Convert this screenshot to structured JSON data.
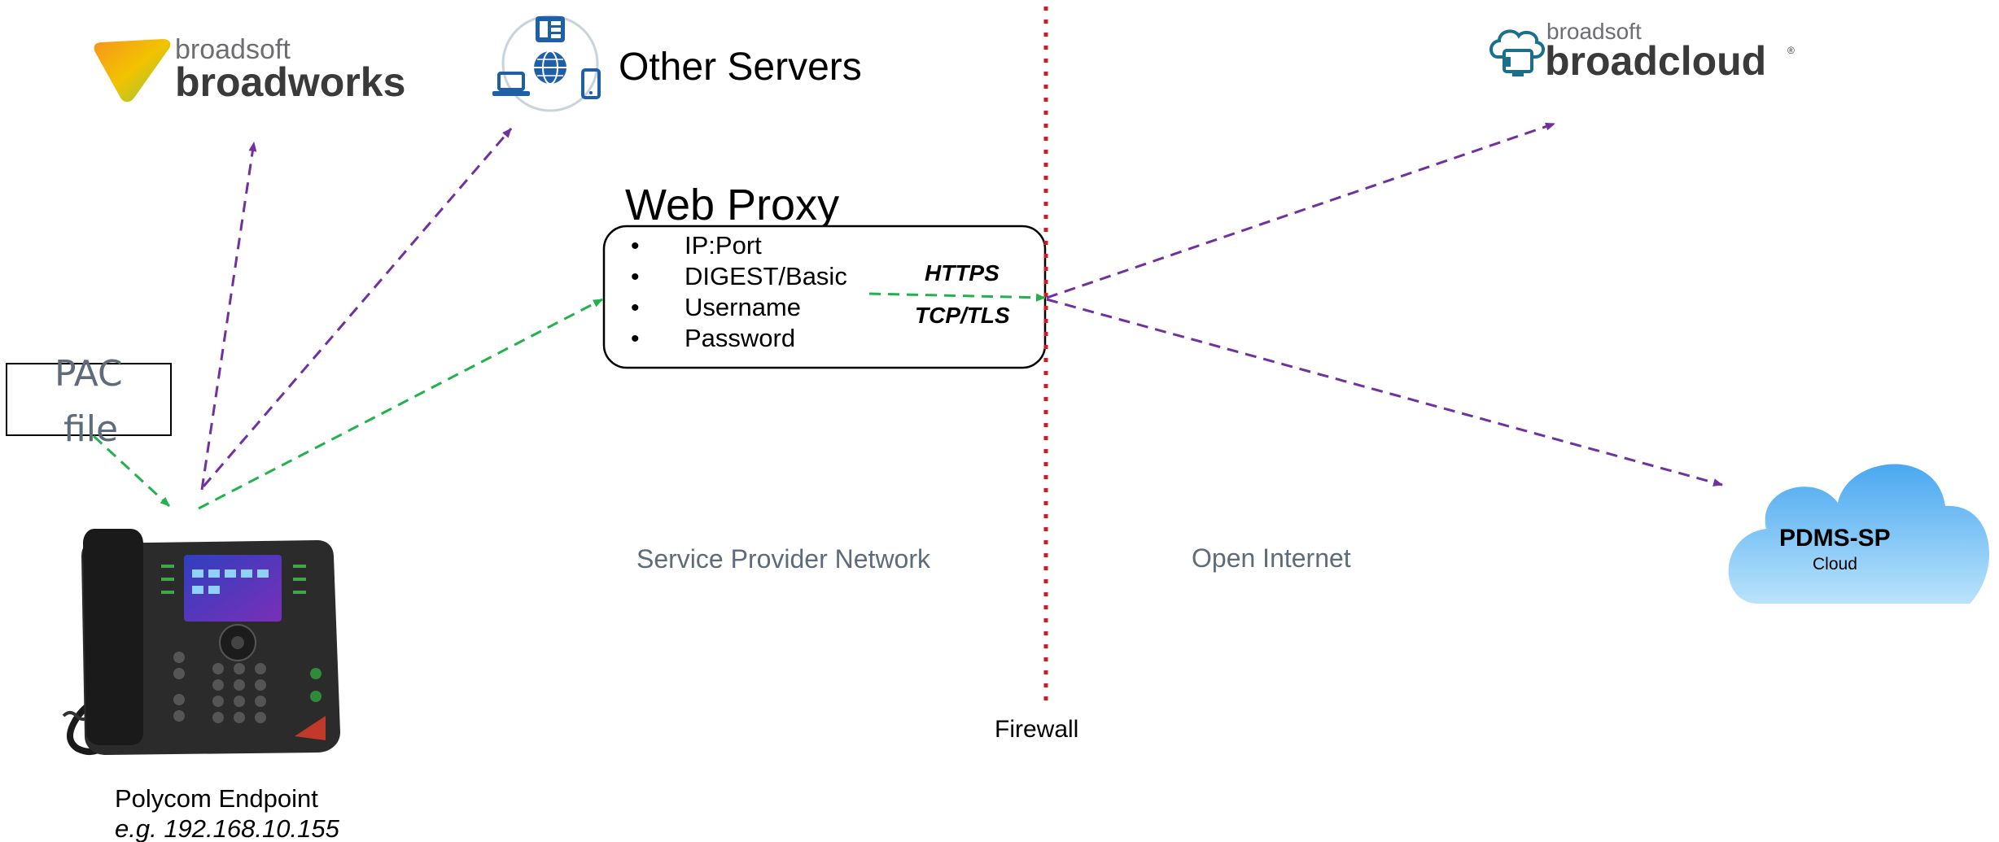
{
  "colors": {
    "purple_arrow": "#7030a0",
    "green_arrow": "#22b14c",
    "firewall": "#d01c1c",
    "network_label": "#5f6b7a",
    "cloud_light": "#a8dcf8",
    "cloud_dark": "#3aa3ee",
    "broadworks_text": "#3a3a3a",
    "broadcloud_text": "#3a3a3a"
  },
  "logos": {
    "broadworks_small": "broadsoft",
    "broadworks_large": "broadworks",
    "broadcloud_small": "broadsoft",
    "broadcloud_large": "broadcloud"
  },
  "other_servers": {
    "label": "Other Servers",
    "icons": [
      "desk-phone-icon",
      "globe-icon",
      "laptop-icon",
      "mobile-icon"
    ]
  },
  "web_proxy": {
    "title": "Web Proxy",
    "bullets": [
      "IP:Port",
      "DIGEST/Basic",
      "Username",
      "Password"
    ],
    "protocol_top": "HTTPS",
    "protocol_bottom": "TCP/TLS"
  },
  "pac_file": {
    "line1": "PAC",
    "line2": "file"
  },
  "endpoint": {
    "name": "Polycom Endpoint",
    "example": "e.g. 192.168.10.155"
  },
  "zones": {
    "service_provider": "Service Provider Network",
    "open_internet": "Open Internet",
    "firewall": "Firewall"
  },
  "pdms_cloud": {
    "title": "PDMS-SP",
    "subtitle": "Cloud"
  }
}
